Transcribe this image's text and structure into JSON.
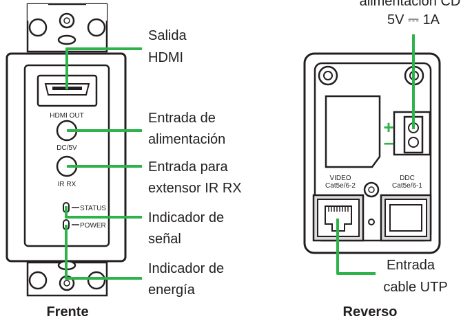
{
  "front": {
    "caption": "Frente",
    "port_labels": {
      "hdmi_out": "HDMI OUT",
      "dc": "DC/5V",
      "ir": "IR RX",
      "status": "STATUS",
      "power": "POWER"
    },
    "callouts": [
      {
        "id": "hdmi",
        "lines": [
          "Salida",
          "HDMI"
        ]
      },
      {
        "id": "power-in",
        "lines": [
          "Entrada de",
          "alimentación"
        ]
      },
      {
        "id": "ir",
        "lines": [
          "Entrada para",
          "extensor IR RX"
        ]
      },
      {
        "id": "signal",
        "lines": [
          "Indicador de",
          "señal"
        ]
      },
      {
        "id": "energy",
        "lines": [
          "Indicador de",
          "energía"
        ]
      }
    ]
  },
  "rear": {
    "caption": "Reverso",
    "top_callout": [
      "alimentación CD",
      "5V ⎓ 1A"
    ],
    "ports": {
      "video_title": "VIDEO",
      "video_sub": "Cat5e/6-2",
      "ddc_title": "DDC",
      "ddc_sub": "Cat5e/6-1"
    },
    "polarity": {
      "plus": "+",
      "minus": "–"
    },
    "utp_callout": [
      "Entrada",
      "cable UTP"
    ]
  },
  "colors": {
    "leader": "#2db34a",
    "ink": "#231f20",
    "panel_fill": "#ffffff",
    "device_fill": "#f2f2f2"
  }
}
